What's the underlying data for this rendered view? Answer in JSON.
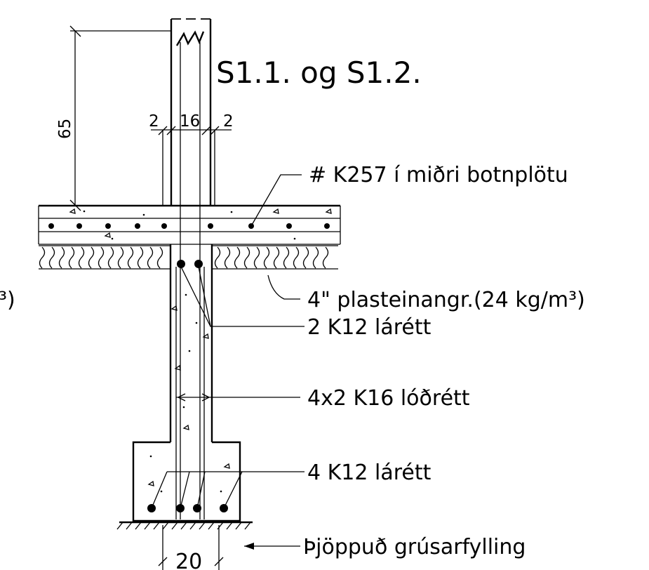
{
  "drawing": {
    "title": "S1.1. og S1.2.",
    "labels": {
      "mesh": "# K257 í miðri botnplötu",
      "insulation": "4\" plasteinangr.(24 kg/m³)",
      "insulation_left_fragment": "³)",
      "wall_bars": "2 K12 lárétt",
      "vertical_bars": "4x2 K16 lóðrétt",
      "footing_bars": "4 K12 lárétt",
      "fill": "Þjöppuð grúsarfylling"
    },
    "dimensions": {
      "height": "65",
      "cover_left": "2",
      "wall_core": "16",
      "cover_right": "2",
      "footing_width": "20"
    }
  }
}
